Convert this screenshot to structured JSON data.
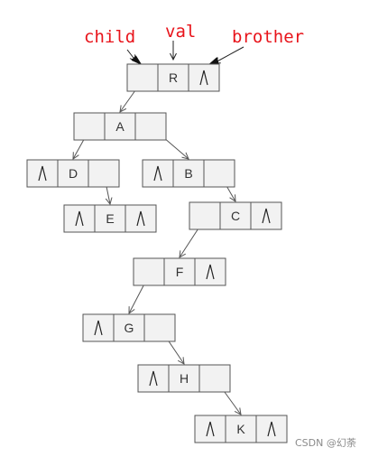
{
  "header": {
    "child_label": "child",
    "val_label": "val",
    "brother_label": "brother"
  },
  "null_symbol": "Λ",
  "nodes": [
    {
      "id": "R",
      "val": "R",
      "child_null": false,
      "brother_null": true
    },
    {
      "id": "A",
      "val": "A",
      "child_null": false,
      "brother_null": false
    },
    {
      "id": "D",
      "val": "D",
      "child_null": true,
      "brother_null": false
    },
    {
      "id": "E",
      "val": "E",
      "child_null": true,
      "brother_null": true
    },
    {
      "id": "B",
      "val": "B",
      "child_null": true,
      "brother_null": false
    },
    {
      "id": "C",
      "val": "C",
      "child_null": false,
      "brother_null": true
    },
    {
      "id": "F",
      "val": "F",
      "child_null": false,
      "brother_null": true
    },
    {
      "id": "G",
      "val": "G",
      "child_null": true,
      "brother_null": false
    },
    {
      "id": "H",
      "val": "H",
      "child_null": true,
      "brother_null": false
    },
    {
      "id": "K",
      "val": "K",
      "child_null": true,
      "brother_null": true
    }
  ],
  "edges": [
    {
      "from": "R",
      "field": "child",
      "to": "A"
    },
    {
      "from": "A",
      "field": "child",
      "to": "D"
    },
    {
      "from": "A",
      "field": "brother",
      "to": "B"
    },
    {
      "from": "D",
      "field": "brother",
      "to": "E"
    },
    {
      "from": "B",
      "field": "brother",
      "to": "C"
    },
    {
      "from": "C",
      "field": "child",
      "to": "F"
    },
    {
      "from": "F",
      "field": "child",
      "to": "G"
    },
    {
      "from": "G",
      "field": "brother",
      "to": "H"
    },
    {
      "from": "H",
      "field": "brother",
      "to": "K"
    }
  ],
  "watermark": "CSDN @幻荼"
}
